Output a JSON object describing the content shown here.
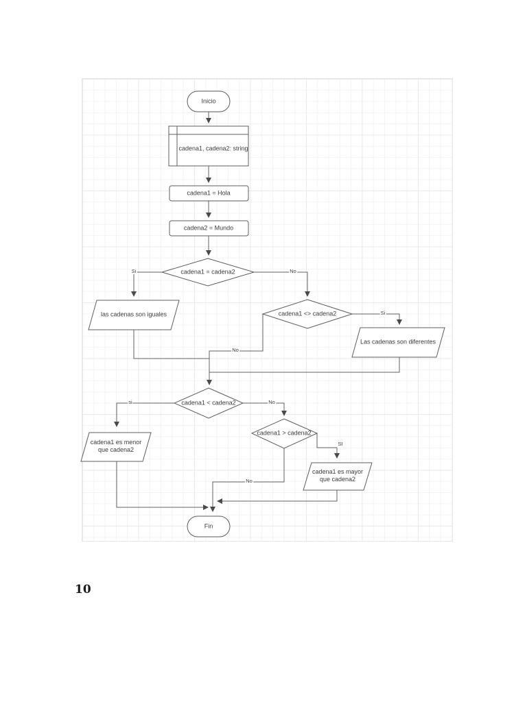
{
  "page": {
    "number": "10"
  },
  "flowchart": {
    "start": {
      "label": "Inicio"
    },
    "declare": {
      "label": "cadena1, cadena2: string"
    },
    "assign1": {
      "label": "cadena1 = Hola"
    },
    "assign2": {
      "label": "cadena2 = Mundo"
    },
    "decision1": {
      "label": "cadena1 = cadena2",
      "yes": "Si",
      "no": "No"
    },
    "io_iguales": {
      "label": "las cadenas son iguales"
    },
    "decision2": {
      "label": "cadena1 <> cadena2",
      "yes": "Si",
      "no": "No"
    },
    "io_diferentes": {
      "label": "Las cadenas son diferentes"
    },
    "decision3": {
      "label": "cadena1 < cadena2",
      "yes": "si",
      "no": "No"
    },
    "io_menor": {
      "line1": "cadena1 es menor",
      "line2": "que cadena2"
    },
    "decision4": {
      "label": "cadena1 > cadena2",
      "yes": "SI",
      "no": "No"
    },
    "io_mayor": {
      "line1": "cadena1 es mayor",
      "line2": "que cadena2"
    },
    "end": {
      "label": "Fin"
    },
    "colors": {
      "stroke": "#5c5c5c",
      "text": "#3b3b3b",
      "arrow": "#4a4a4a",
      "grid": "#f3f3f3"
    }
  }
}
